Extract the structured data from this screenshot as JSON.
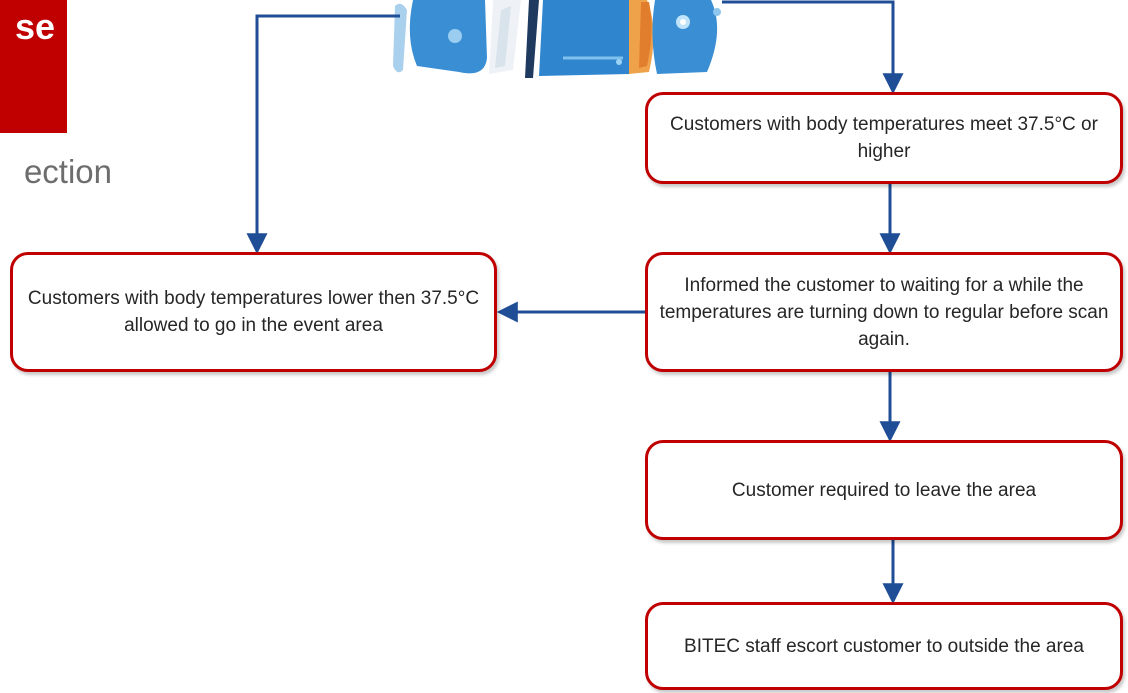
{
  "header": {
    "title_fragment": "se",
    "subtitle_fragment": "ection"
  },
  "flow": {
    "high_temp": "Customers with body temperatures meet 37.5°C or higher",
    "low_temp": "Customers with body temperatures lower then 37.5°C allowed to go in the event area",
    "wait_rescan": "Informed the customer to waiting for a while the temperatures are turning down to regular before scan again.",
    "leave_area": "Customer required  to leave the area",
    "escort": "BITEC staff escort customer to outside the area"
  },
  "colors": {
    "accent_red": "#c00000",
    "arrow_blue": "#1f4e96",
    "illustration_blue": "#3a8fd4"
  }
}
